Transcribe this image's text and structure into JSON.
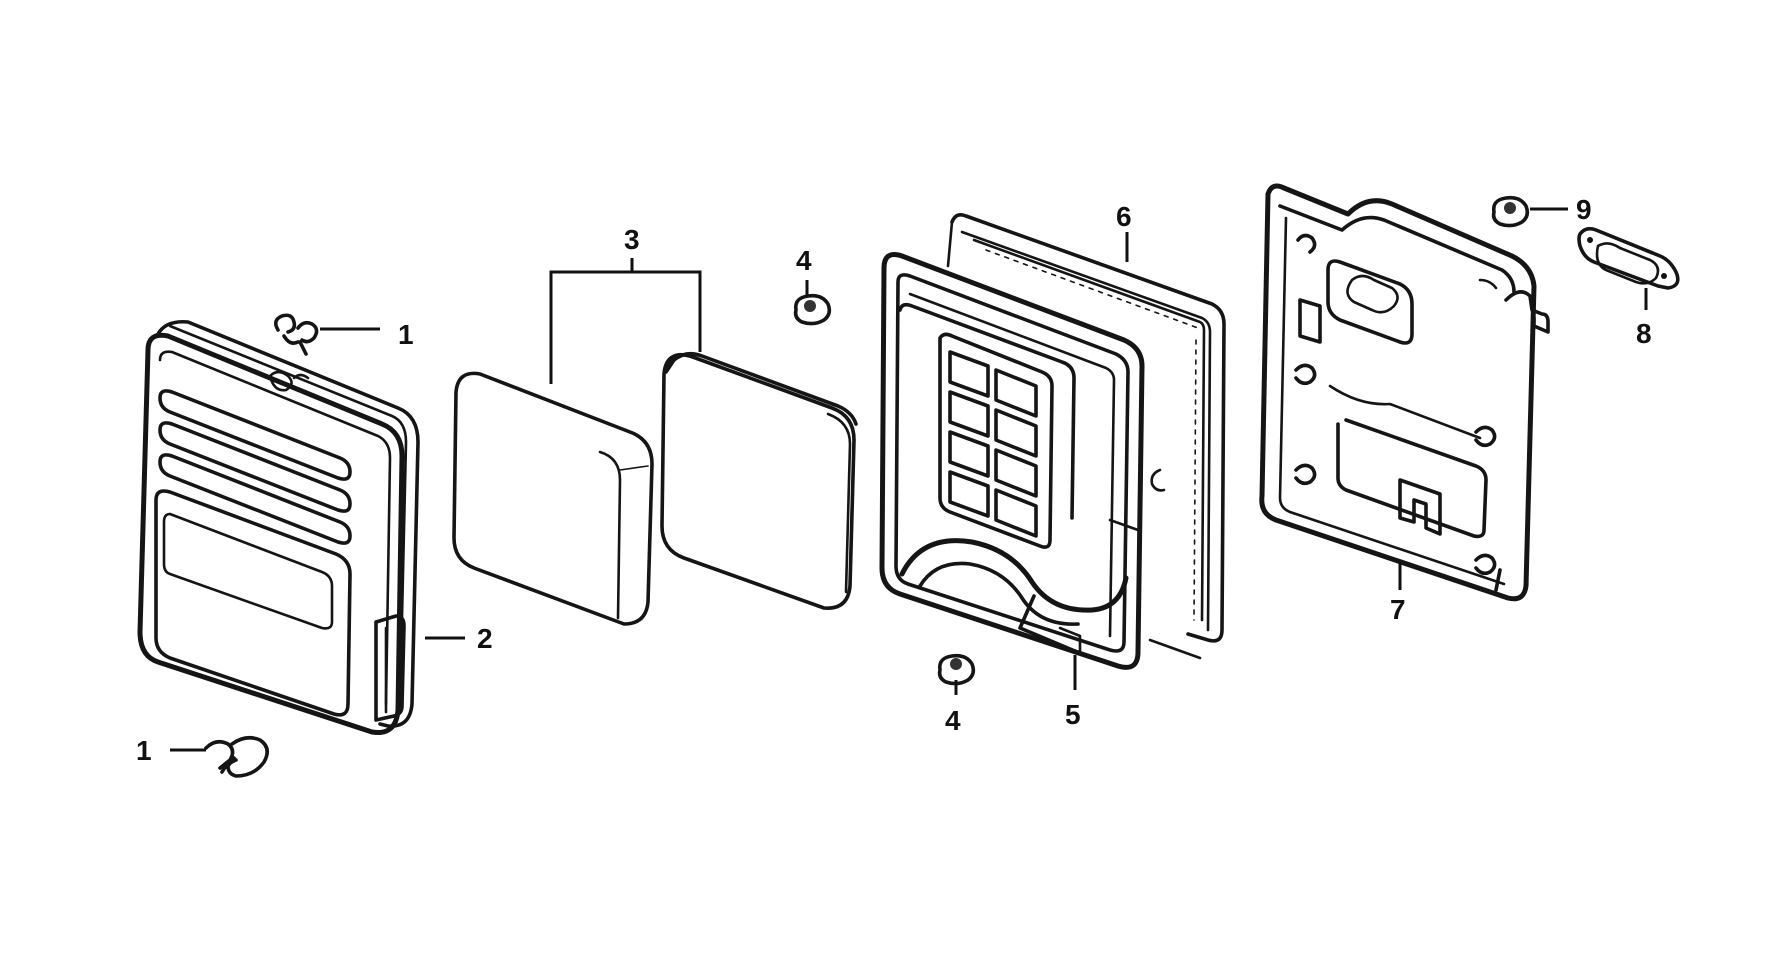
{
  "diagram": {
    "kind": "exploded parts diagram",
    "ink_color": "#151515",
    "background": "#ffffff",
    "callouts": [
      {
        "id": "c1a",
        "label": "1",
        "part": "clip"
      },
      {
        "id": "c1b",
        "label": "1",
        "part": "clip"
      },
      {
        "id": "c2",
        "label": "2",
        "part": "cover"
      },
      {
        "id": "c3",
        "label": "3",
        "part": "filter elements"
      },
      {
        "id": "c4a",
        "label": "4",
        "part": "nut"
      },
      {
        "id": "c4b",
        "label": "4",
        "part": "nut"
      },
      {
        "id": "c5",
        "label": "5",
        "part": "filter case"
      },
      {
        "id": "c6",
        "label": "6",
        "part": "gasket frame"
      },
      {
        "id": "c7",
        "label": "7",
        "part": "base plate"
      },
      {
        "id": "c8",
        "label": "8",
        "part": "gasket"
      },
      {
        "id": "c9",
        "label": "9",
        "part": "nut"
      }
    ]
  }
}
